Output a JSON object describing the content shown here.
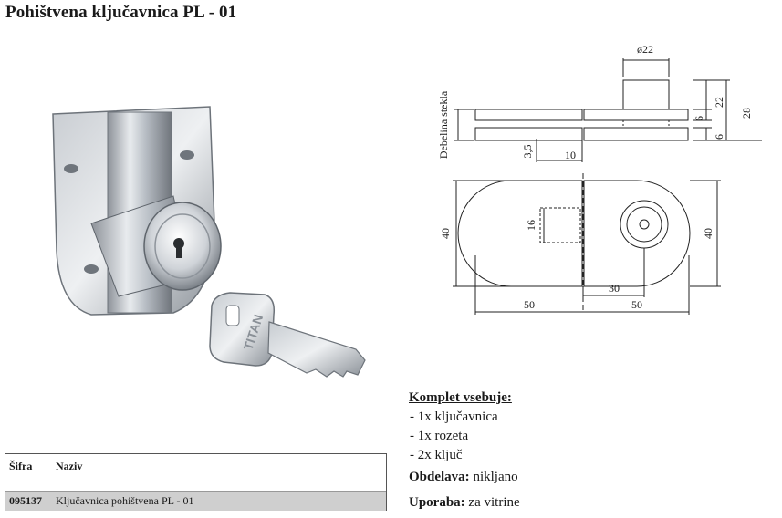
{
  "title": "Pohištvena ključavnica PL - 01",
  "drawing": {
    "side_label": "Debelina stekla",
    "dims": {
      "d22": "ø22",
      "v6a": "6",
      "v22": "22",
      "v28": "28",
      "v6b": "6",
      "v35": "3,5",
      "h10": "10",
      "v40l": "40",
      "v16": "16",
      "v40r": "40",
      "h30": "30",
      "h50l": "50",
      "h50r": "50"
    }
  },
  "kit": {
    "heading": "Komplet vsebuje:",
    "items": [
      "-  1x ključavnica",
      "-  1x rozeta",
      "-  2x ključ"
    ]
  },
  "finish": {
    "label": "Obdelava:",
    "value": "nikljano"
  },
  "usage": {
    "label": "Uporaba:",
    "value": "za vitrine"
  },
  "table": {
    "headers": [
      "Šifra",
      "Naziv"
    ],
    "rows": [
      [
        "095137",
        "Ključavnica pohištvena PL - 01"
      ]
    ]
  },
  "photo": {
    "key_brand": "TITAN"
  },
  "icons": [
    "lock-photo",
    "key-photo",
    "technical-drawing"
  ]
}
